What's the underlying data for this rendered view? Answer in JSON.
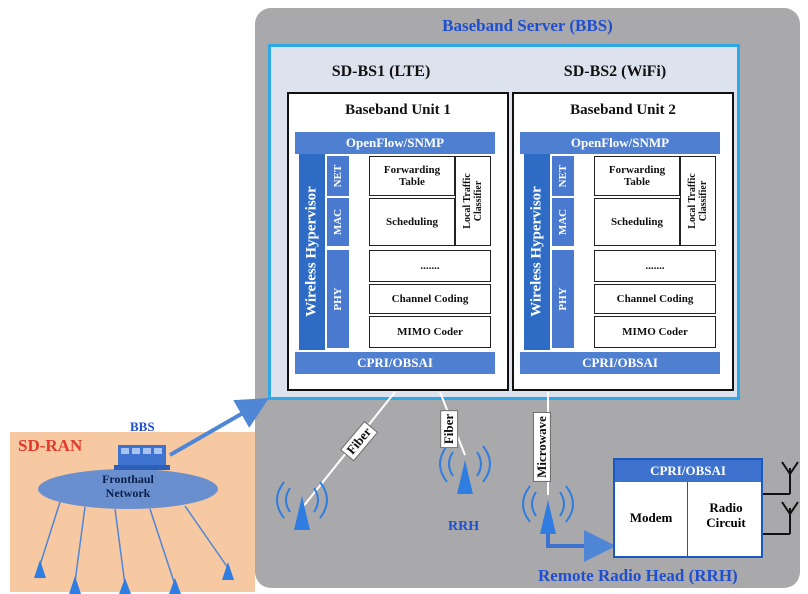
{
  "server": {
    "title": "Baseband Server (BBS)",
    "sdbs1_title": "SD-BS1 (LTE)",
    "sdbs2_title": "SD-BS2 (WiFi)"
  },
  "units": [
    {
      "title": "Baseband Unit 1",
      "top_bar": "OpenFlow/SNMP",
      "hypervisor": "Wireless Hypervisor",
      "layers": {
        "net": "NET",
        "mac": "MAC",
        "phy": "PHY"
      },
      "forwarding_table": "Forwarding Table",
      "local_classifier_line1": "Local Traffic",
      "local_classifier_line2": "Classifier",
      "scheduling": "Scheduling",
      "ellipsis": ".......",
      "channel_coding": "Channel Coding",
      "mimo_coder": "MIMO Coder",
      "bottom_bar": "CPRI/OBSAI"
    },
    {
      "title": "Baseband Unit 2",
      "top_bar": "OpenFlow/SNMP",
      "hypervisor": "Wireless Hypervisor",
      "layers": {
        "net": "NET",
        "mac": "MAC",
        "phy": "PHY"
      },
      "forwarding_table": "Forwarding Table",
      "local_classifier_line1": "Local Traffic",
      "local_classifier_line2": "Classifier",
      "scheduling": "Scheduling",
      "ellipsis": ".......",
      "channel_coding": "Channel Coding",
      "mimo_coder": "MIMO Coder",
      "bottom_bar": "CPRI/OBSAI"
    }
  ],
  "links": {
    "fiber1": "Fiber",
    "fiber2": "Fiber",
    "microwave": "Microwave",
    "rrh_label": "RRH"
  },
  "sdran": {
    "title": "SD-RAN",
    "bbs_label": "BBS",
    "fronthaul_line1": "Fronthaul",
    "fronthaul_line2": "Network"
  },
  "rrh_box": {
    "bar": "CPRI/OBSAI",
    "modem": "Modem",
    "radio_line1": "Radio",
    "radio_line2": "Circuit",
    "title": "Remote Radio Head (RRH)"
  },
  "colors": {
    "server_bg": "#a9a9ab",
    "frame_border": "#2ea8e6",
    "title_blue": "#1f4fd1",
    "sdran_bg": "#f6c9a2",
    "sdran_red": "#e23a2a",
    "antenna_blue": "#2f7de1"
  },
  "icons": [
    "antenna-icon",
    "server-rack-icon",
    "arrow-icon",
    "dipole-antenna-icon"
  ]
}
